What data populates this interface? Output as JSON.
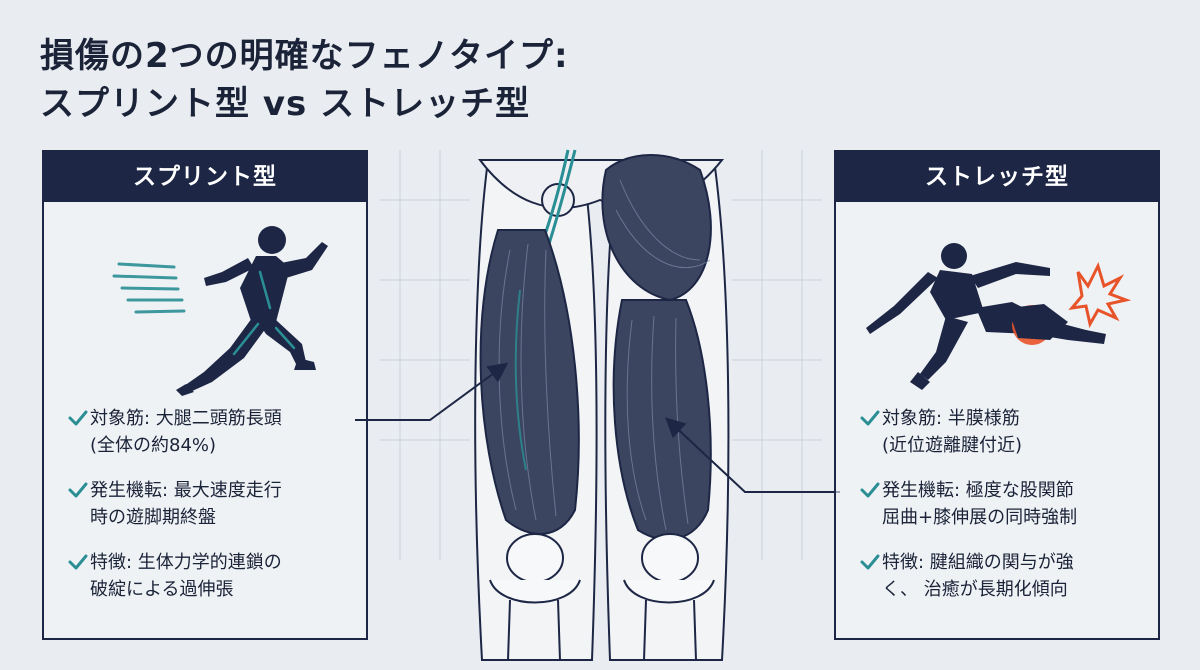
{
  "title": {
    "line1": "損傷の2つの明確なフェノタイプ:",
    "line2": "スプリント型 vs ストレッチ型"
  },
  "sprint": {
    "header": "スプリント型",
    "items": [
      {
        "line1": "対象筋: 大腿二頭筋長頭",
        "line2": "(全体の約84%)"
      },
      {
        "line1": "発生機転: 最大速度走行",
        "line2": "時の遊脚期終盤"
      },
      {
        "line1": "特徴: 生体力学的連鎖の",
        "line2": "破綻による過伸張"
      }
    ]
  },
  "stretch": {
    "header": "ストレッチ型",
    "items": [
      {
        "line1": "対象筋: 半膜様筋",
        "line2": "(近位遊離腱付近)"
      },
      {
        "line1": "発生機転: 極度な股関節",
        "line2": "屈曲+膝伸展の同時強制"
      },
      {
        "line1": "特徴: 腱組織の関与が強",
        "line2": "く、 治癒が長期化傾向"
      }
    ]
  },
  "colors": {
    "navy": "#1d2745",
    "teal": "#2a8f95",
    "muscle": "#3b4560",
    "injury": "#e8542a",
    "background": "#e9ecf1"
  },
  "icons": {
    "check": "check-icon",
    "sprinter": "sprinter-icon",
    "kicker": "kicker-icon",
    "injury": "injury-burst-icon"
  }
}
